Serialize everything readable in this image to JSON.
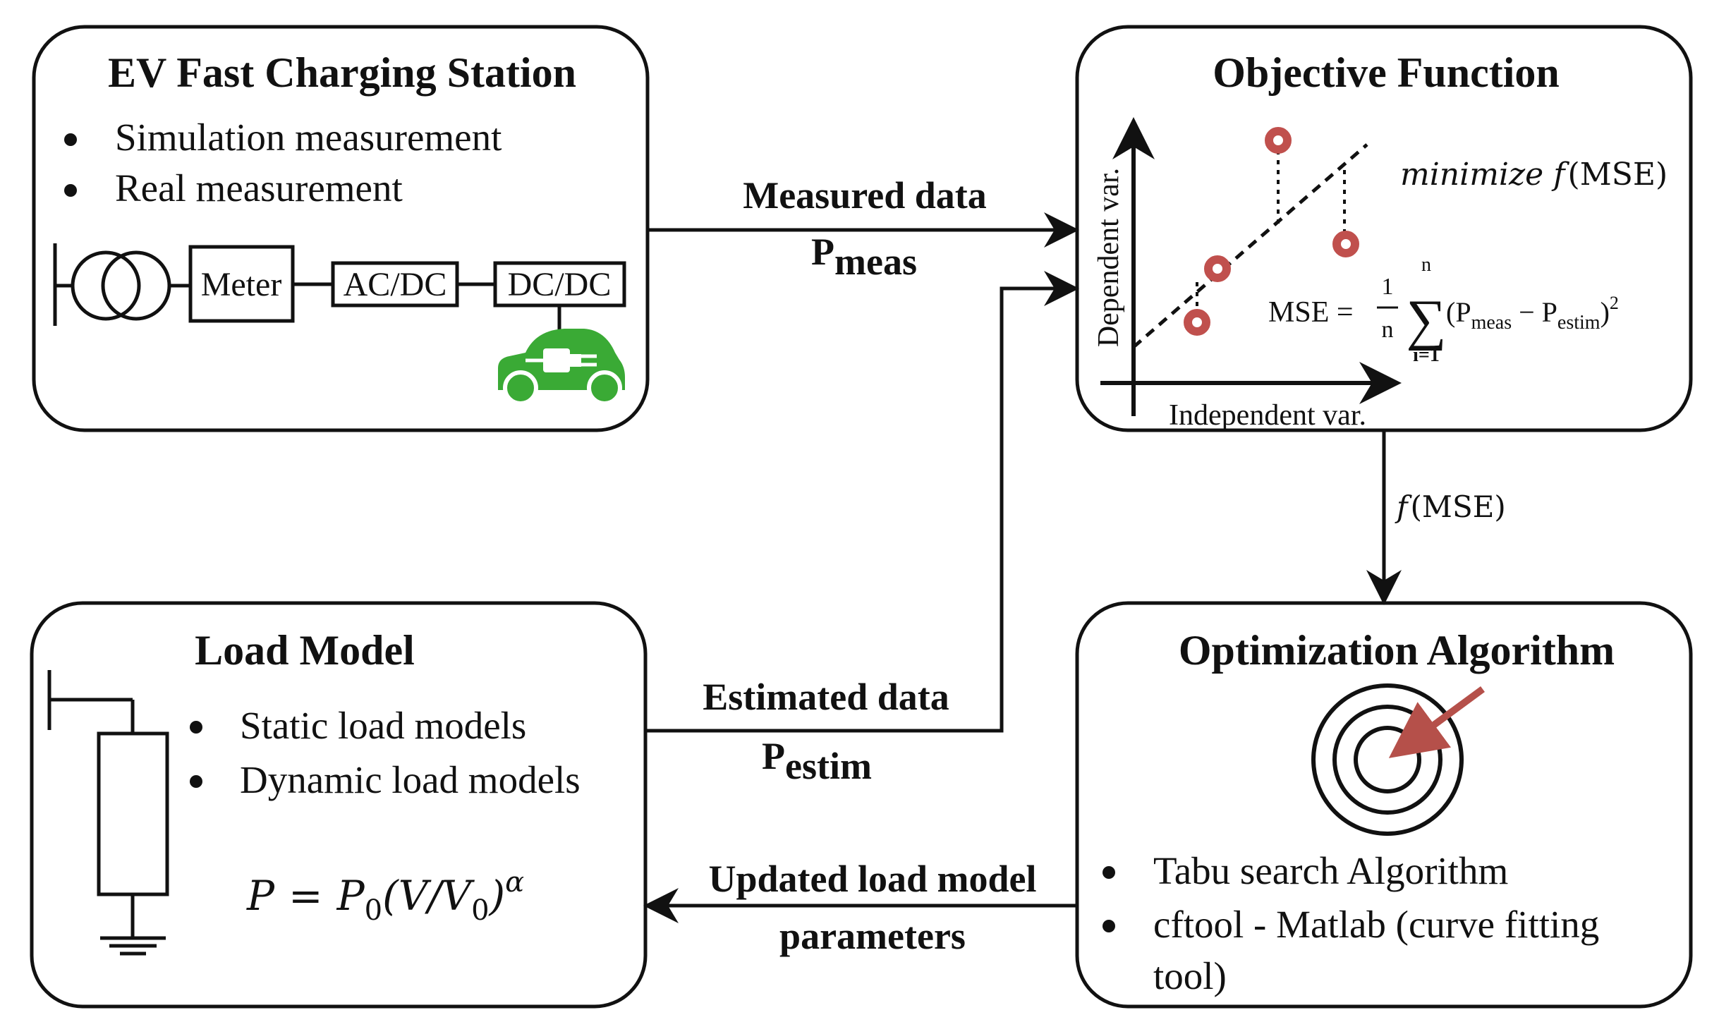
{
  "ev_station": {
    "title": "EV Fast Charging Station",
    "bullets": [
      "Simulation measurement",
      "Real measurement"
    ],
    "blocks": [
      "Meter",
      "AC/DC",
      "DC/DC"
    ],
    "icons": [
      "transformer-icon",
      "electric-car-icon"
    ]
  },
  "objective": {
    "title": "Objective Function",
    "y_axis_label": "Dependent var.",
    "x_axis_label": "Independent var.",
    "minimize_word": "minimize",
    "minimize_f": "f",
    "minimize_arg": "(MSE)",
    "mse": {
      "lhs": "MSE =",
      "frac_num": "1",
      "frac_den": "n",
      "sum_top": "n",
      "sum_symbol": "∑",
      "sum_bottom": "i=1",
      "open": "(P",
      "meas_sub": "meas",
      "minus": "− P",
      "estim_sub": "estim",
      "close": ")",
      "exp": "2"
    }
  },
  "load_model": {
    "title": "Load Model",
    "bullets": [
      "Static load models",
      "Dynamic load models"
    ],
    "formula": {
      "p": "P",
      "eq": "=",
      "p0": "P",
      "p0_sub": "0",
      "open": "(V/V",
      "v0_sub": "0",
      "close": ")",
      "alpha": "α"
    }
  },
  "optimization": {
    "title": "Optimization Algorithm",
    "bullets": [
      "Tabu search Algorithm",
      "cftool - Matlab (curve fitting",
      "tool)"
    ],
    "icon": "target-icon"
  },
  "arrows": {
    "measured": {
      "line1": "Measured data",
      "p": "P",
      "sub": "meas"
    },
    "estimated": {
      "line1": "Estimated data",
      "p": "P",
      "sub": "estim"
    },
    "fmse": {
      "f": "f",
      "arg": "(MSE)"
    },
    "updated": {
      "line1": "Updated load model",
      "line2": "parameters"
    }
  },
  "colors": {
    "stroke": "#111111",
    "car": "#3aaa35",
    "data_point": "#c0504d",
    "target_arrow": "#b5504a"
  }
}
